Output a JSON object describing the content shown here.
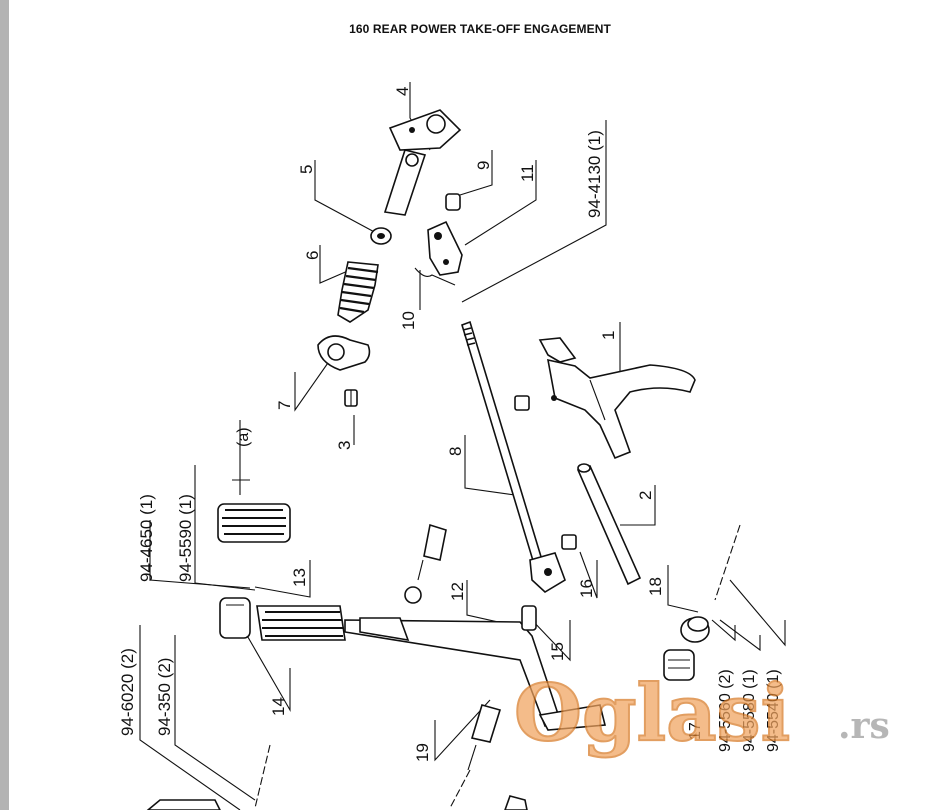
{
  "title": "160 REAR POWER TAKE-OFF ENGAGEMENT",
  "labels": {
    "p1": "1",
    "p2": "2",
    "p3": "3",
    "p4": "4",
    "p5": "5",
    "p6": "6",
    "p7": "7",
    "p8": "8",
    "p9": "9",
    "p10": "10",
    "p11": "11",
    "p12": "12",
    "p13": "13",
    "p14": "14",
    "p15": "15",
    "p16": "16",
    "p17": "17",
    "p18": "18",
    "p19": "19"
  },
  "codes": {
    "c4130": "94-4130 (1)",
    "c4650": "94-4650 (1)",
    "c5590": "94-5590 (1)",
    "c6020": "94-6020 (2)",
    "c350": "94-350 (2)",
    "c5560": "94-5560 (2)",
    "c5580": "94-5580 (1)",
    "c5540": "94-5540 (1)"
  },
  "marker": "(a)",
  "watermark": {
    "brand": "Oglasi",
    "tld": ".rs"
  }
}
